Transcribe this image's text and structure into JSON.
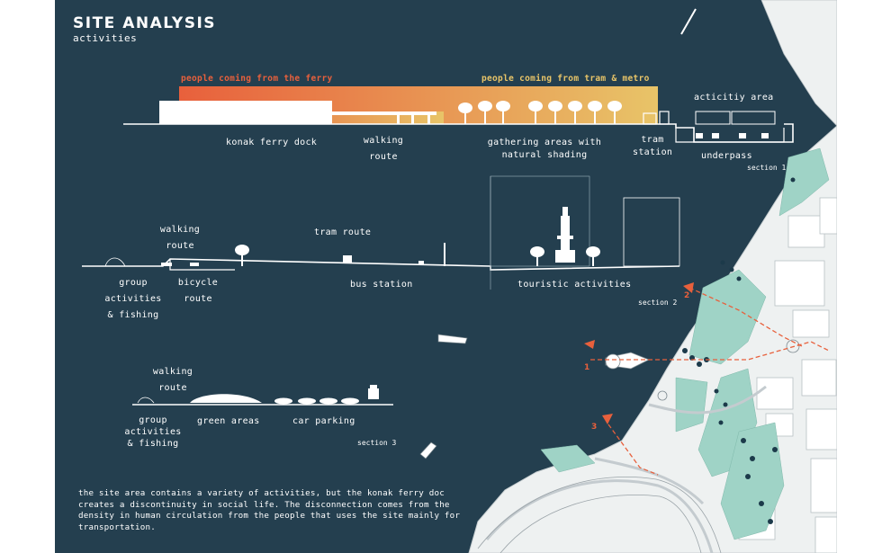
{
  "header": {
    "title": "SITE ANALYSIS",
    "subtitle": "activities"
  },
  "section1": {
    "ferry_flow": "people coming from the ferry",
    "tram_flow": "people coming from tram & metro",
    "ferry_dock": "konak ferry dock",
    "walking_route_1": "walking",
    "walking_route_2": "route",
    "gathering_1": "gathering areas with",
    "gathering_2": "natural shading",
    "tram_station_1": "tram",
    "tram_station_2": "station",
    "activity_area": "acticitiy area",
    "underpass": "underpass",
    "label": "section 1"
  },
  "section2": {
    "walking_route_1": "walking",
    "walking_route_2": "route",
    "tram_route": "tram route",
    "group_1": "group",
    "group_2": "activities",
    "group_3": "& fishing",
    "bicycle_1": "bicycle",
    "bicycle_2": "route",
    "bus_station": "bus station",
    "touristic": "touristic activities",
    "label": "section 2"
  },
  "section3": {
    "walking_route_1": "walking",
    "walking_route_2": "route",
    "group_1": "group",
    "group_2": "activities",
    "group_3": "& fishing",
    "green_areas": "green areas",
    "car_parking": "car parking",
    "label": "section 3"
  },
  "map": {
    "marker_1": "1",
    "marker_2": "2",
    "marker_3": "3"
  },
  "description": "the site area contains a variety of activities, but the konak ferry doc creates a discontinuity in social life. The disconnection comes from the density in human circulation from the people that uses the site mainly for transportation.",
  "colors": {
    "background": "#243f4f",
    "gradient_start": "#e8603c",
    "gradient_end": "#e8c468",
    "green_area": "#9fd3c6"
  }
}
